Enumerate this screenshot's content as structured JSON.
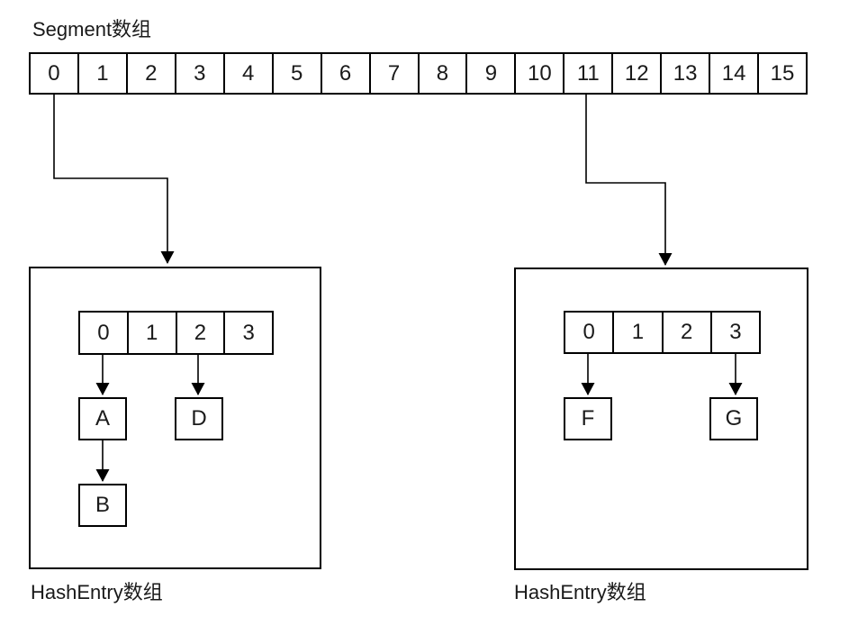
{
  "colors": {
    "background": "#ffffff",
    "line": "#000000",
    "text": "#1a1a1a"
  },
  "segment": {
    "title": "Segment数组",
    "cells": [
      "0",
      "1",
      "2",
      "3",
      "4",
      "5",
      "6",
      "7",
      "8",
      "9",
      "10",
      "11",
      "12",
      "13",
      "14",
      "15"
    ]
  },
  "left_table": {
    "label": "HashEntry数组",
    "cells": [
      "0",
      "1",
      "2",
      "3"
    ],
    "nodes": {
      "a": "A",
      "b": "B",
      "d": "D"
    }
  },
  "right_table": {
    "label": "HashEntry数组",
    "cells": [
      "0",
      "1",
      "2",
      "3"
    ],
    "nodes": {
      "f": "F",
      "g": "G"
    }
  },
  "edges": [
    {
      "from": "segment-cell-0",
      "to": "left-hashentry-box"
    },
    {
      "from": "segment-cell-11",
      "to": "right-hashentry-box"
    },
    {
      "from": "left-array-cell-0",
      "to": "node-A"
    },
    {
      "from": "left-array-cell-2",
      "to": "node-D"
    },
    {
      "from": "node-A",
      "to": "node-B"
    },
    {
      "from": "right-array-cell-0",
      "to": "node-F"
    },
    {
      "from": "right-array-cell-3",
      "to": "node-G"
    }
  ]
}
